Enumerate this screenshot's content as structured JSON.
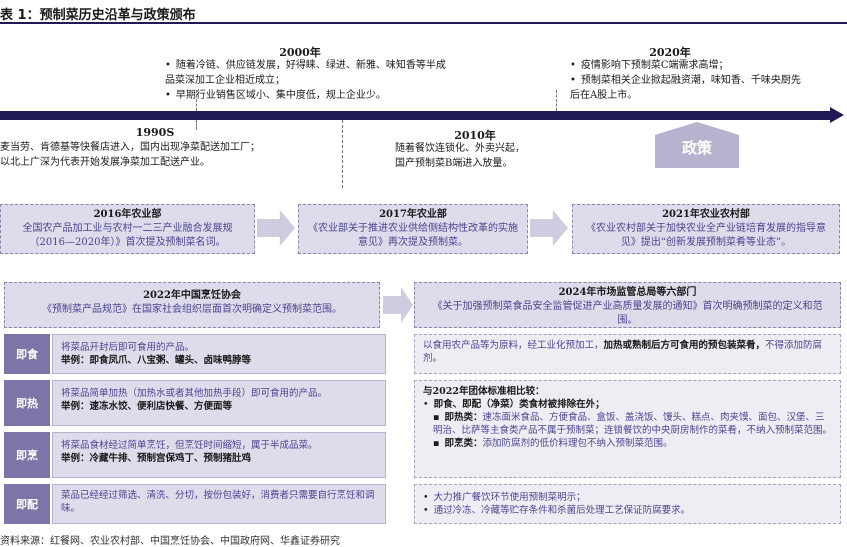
{
  "title": "表 1：预制菜历史沿革与政策颁布",
  "timeline": {
    "e2000": {
      "year": "2000年",
      "bullets": [
        "随着冷链、供应链发展，好得睐、绿进、新雅、味知香等半成品菜深加工企业相近成立；",
        "早期行业销售区域小、集中度低，规上企业少。"
      ]
    },
    "e2020": {
      "year": "2020年",
      "bullets": [
        "疫情影响下预制菜C端需求高增；",
        "预制菜相关企业掀起融资潮，味知香、千味央厨先后在A股上市。"
      ]
    },
    "e1990": {
      "year": "1990S",
      "lines": [
        "麦当劳、肯德基等快餐店进入，国内出现净菜配送加工厂；",
        "以北上广深为代表开始发展净菜加工配送产业。"
      ]
    },
    "e2010": {
      "year": "2010年",
      "lines": [
        "随着餐饮连锁化、外卖兴起，",
        "国产预制菜B端进入放量。"
      ]
    },
    "policy_label": "政策"
  },
  "policies": {
    "p2016": {
      "head": "2016年农业部",
      "text": "全国农产品加工业与农村一二三产业融合发展规（2016—2020年）》首次提及预制菜名词。"
    },
    "p2017": {
      "head": "2017年农业部",
      "text": "《农业部关于推进农业供给侧结构性改革的实施意见》再次提及预制菜。"
    },
    "p2021": {
      "head": "2021年农业农村部",
      "text": "《农业农村部关于加快农业全产业链培育发展的指导意见》提出“创新发展预制菜肴等业态”。"
    },
    "p2022": {
      "head": "2022年中国烹饪协会",
      "text": "《预制菜产品规范》在国家社会组织层面首次明确定义预制菜范围。"
    },
    "p2024": {
      "head": "2024年市场监管总局等六部门",
      "text": "《关于加强预制菜食品安全监管促进产业高质量发展的通知》首次明确预制菜的定义和范围。"
    }
  },
  "categories": [
    {
      "label": "即食",
      "desc": "将菜品开封后即可食用的产品。",
      "example_label": "举例：",
      "example": "即食凤爪、八宝粥、罐头、卤味鸭脖等"
    },
    {
      "label": "即热",
      "desc": "将菜品简单加热（加热水或者其他加热手段）即可食用的产品。",
      "example_label": "举例：",
      "example": "速冻水饺、便利店快餐、方便面等"
    },
    {
      "label": "即烹",
      "desc": "将菜品食材经过简单烹饪，但烹饪时间缩短，属于半成品菜。",
      "example_label": "举例：",
      "example": "冷藏牛排、预制宫保鸡丁、预制猪肚鸡"
    },
    {
      "label": "即配",
      "desc": "菜品已经经过筛选、清洗、分切，按份包装好，消费者只需要自行烹饪和调味。",
      "example_label": "",
      "example": ""
    }
  ],
  "right": {
    "r1_a": "以食用农产品等为原料，经工业化预加工，",
    "r1_b": "加热或熟制后方可食用的预包装菜肴，",
    "r1_c": "不得添加防腐剂。",
    "r2_title": "与2022年团体标准相比较：",
    "r2_b1": "即食、即配（净菜）类食材被排除在外；",
    "r2_b2_label": "即热类：",
    "r2_b2": "速冻面米食品、方便食品、盒饭、盖浇饭、馒头、糕点、肉夹馍、面包、汉堡、三明治、比萨等主食类产品不属于预制菜；连锁餐饮的中央厨房制作的菜肴，不纳入预制菜范围。",
    "r2_b3_label": "即烹类：",
    "r2_b3": "添加防腐剂的低价料理包不纳入预制菜范围。",
    "r3_b1": "大力推广餐饮环节使用预制菜明示；",
    "r3_b2": "通过冷冻、冷藏等贮存条件和杀菌后处理工艺保证防腐要求。"
  },
  "source": "资料来源：红餐网、农业农村部、中国烹饪协会、中国政府网、华鑫证券研究"
}
